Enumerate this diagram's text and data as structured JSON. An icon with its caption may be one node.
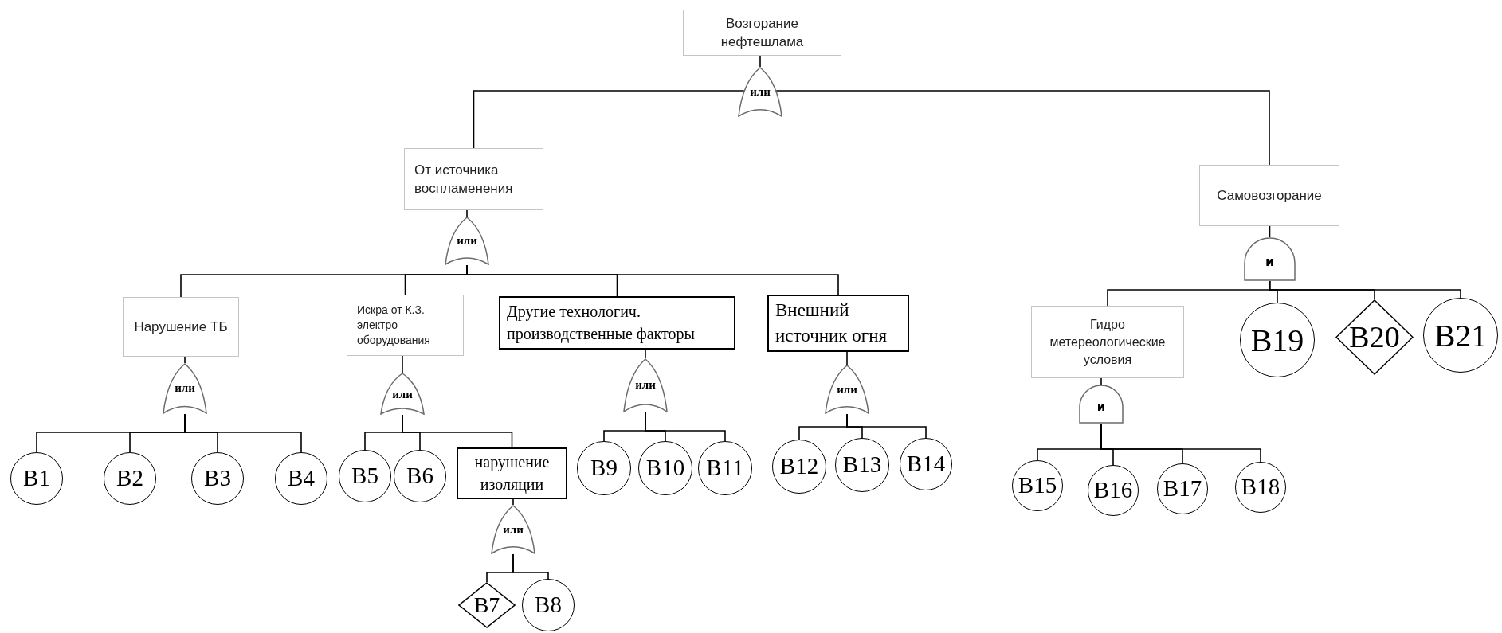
{
  "diagram": {
    "nodes": [
      {
        "text": [
          "Возгорание нефтешлама"
        ]
      },
      {
        "text": [
          "или"
        ]
      },
      {
        "text": [
          "От источника воспламенения"
        ]
      },
      {
        "text": [
          "или"
        ]
      },
      {
        "text": [
          "Нарушение ТБ"
        ]
      },
      {
        "text": [
          "или"
        ]
      },
      {
        "text": [
          "B1"
        ]
      },
      {
        "text": [
          "B2"
        ]
      },
      {
        "text": [
          "B3"
        ]
      },
      {
        "text": [
          "B4"
        ]
      },
      {
        "text": [
          "Искра от К.З. электро оборудования"
        ]
      },
      {
        "text": [
          "или"
        ]
      },
      {
        "text": [
          "B5"
        ]
      },
      {
        "text": [
          "B6"
        ]
      },
      {
        "text": [
          "нарушение изоляции"
        ]
      },
      {
        "text": [
          "или"
        ]
      },
      {
        "text": [
          "B7"
        ]
      },
      {
        "text": [
          "B8"
        ]
      },
      {
        "text": [
          "Другие технологич. производственные факторы"
        ]
      },
      {
        "text": [
          "или"
        ]
      },
      {
        "text": [
          "B9"
        ]
      },
      {
        "text": [
          "B10"
        ]
      },
      {
        "text": [
          "B11"
        ]
      },
      {
        "text": [
          "Внешний источник огня"
        ]
      },
      {
        "text": [
          "или"
        ]
      },
      {
        "text": [
          "B12"
        ]
      },
      {
        "text": [
          "B13"
        ]
      },
      {
        "text": [
          "B14"
        ]
      },
      {
        "text": [
          "Самовозгорание"
        ]
      },
      {
        "text": [
          "и"
        ]
      },
      {
        "text": [
          "Гидро метереологические условия"
        ]
      },
      {
        "text": [
          "и"
        ]
      },
      {
        "text": [
          "B15"
        ]
      },
      {
        "text": [
          "B16"
        ]
      },
      {
        "text": [
          "B17"
        ]
      },
      {
        "text": [
          "B18"
        ]
      },
      {
        "text": [
          "B19"
        ]
      },
      {
        "text": [
          "B20"
        ]
      },
      {
        "text": [
          "B21"
        ]
      }
    ],
    "edges": [
      {
        "from": 0,
        "to": 1,
        "arrow": "none"
      },
      {
        "from": 1,
        "to": 2,
        "arrow": "none"
      },
      {
        "from": 1,
        "to": 28,
        "arrow": "none"
      },
      {
        "from": 2,
        "to": 3,
        "arrow": "none"
      },
      {
        "from": 3,
        "to": 4,
        "arrow": "none"
      },
      {
        "from": 3,
        "to": 10,
        "arrow": "none"
      },
      {
        "from": 3,
        "to": 18,
        "arrow": "none"
      },
      {
        "from": 3,
        "to": 23,
        "arrow": "none"
      },
      {
        "from": 4,
        "to": 5,
        "arrow": "none"
      },
      {
        "from": 5,
        "to": 6,
        "arrow": "none"
      },
      {
        "from": 5,
        "to": 7,
        "arrow": "none"
      },
      {
        "from": 5,
        "to": 8,
        "arrow": "none"
      },
      {
        "from": 5,
        "to": 9,
        "arrow": "none"
      },
      {
        "from": 10,
        "to": 11,
        "arrow": "none"
      },
      {
        "from": 11,
        "to": 12,
        "arrow": "none"
      },
      {
        "from": 11,
        "to": 13,
        "arrow": "none"
      },
      {
        "from": 11,
        "to": 14,
        "arrow": "none"
      },
      {
        "from": 14,
        "to": 15,
        "arrow": "none"
      },
      {
        "from": 15,
        "to": 16,
        "arrow": "none"
      },
      {
        "from": 15,
        "to": 17,
        "arrow": "none"
      },
      {
        "from": 18,
        "to": 19,
        "arrow": "none"
      },
      {
        "from": 19,
        "to": 20,
        "arrow": "none"
      },
      {
        "from": 19,
        "to": 21,
        "arrow": "none"
      },
      {
        "from": 19,
        "to": 22,
        "arrow": "none"
      },
      {
        "from": 23,
        "to": 24,
        "arrow": "none"
      },
      {
        "from": 24,
        "to": 25,
        "arrow": "none"
      },
      {
        "from": 24,
        "to": 26,
        "arrow": "none"
      },
      {
        "from": 24,
        "to": 27,
        "arrow": "none"
      },
      {
        "from": 28,
        "to": 29,
        "arrow": "none"
      },
      {
        "from": 29,
        "to": 30,
        "arrow": "none"
      },
      {
        "from": 29,
        "to": 36,
        "arrow": "none"
      },
      {
        "from": 29,
        "to": 37,
        "arrow": "none"
      },
      {
        "from": 29,
        "to": 38,
        "arrow": "none"
      },
      {
        "from": 30,
        "to": 31,
        "arrow": "none"
      },
      {
        "from": 31,
        "to": 32,
        "arrow": "none"
      },
      {
        "from": 31,
        "to": 33,
        "arrow": "none"
      },
      {
        "from": 31,
        "to": 34,
        "arrow": "none"
      },
      {
        "from": 31,
        "to": 35,
        "arrow": "none"
      }
    ]
  }
}
